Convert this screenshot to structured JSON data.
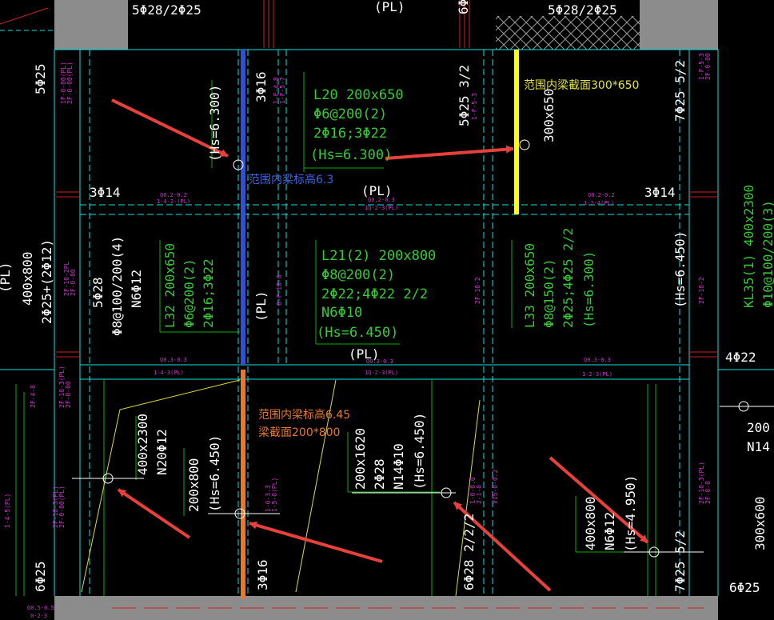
{
  "colors": {
    "background": "#000000",
    "wall_fill": "#8c8c8c",
    "beam_edge": "#00e6e6",
    "dim_line": "#00b300",
    "green_text": "#33cc33",
    "white_text": "#ffffff",
    "magenta_text": "#cc33cc",
    "red_arrow": "#e8413c",
    "blue_beam": "#2f4fd6",
    "yellow_beam": "#ffff00",
    "orange_beam": "#e8792a",
    "blue_note": "#3d64e0",
    "yellow_note": "#e6e633",
    "orange_note": "#e8792a",
    "hatch": "#9a9a9a"
  },
  "top_labels": {
    "left": "5Φ28/2Φ25",
    "center": "(PL)",
    "right": "5Φ28/2Φ25",
    "mid_rot": "6Φ"
  },
  "beam_L20": {
    "name": "L20 200x650",
    "stirrup": "Φ6@200(2)",
    "bars": "2Φ16;3Φ22",
    "hs": "(Hs=6.300)"
  },
  "beam_L21": {
    "name": "L21(2) 200x800",
    "stirrup": "Φ8@200(2)",
    "bars": "2Φ22;4Φ22 2/2",
    "n": "N6Φ10",
    "hs": "(Hs=6.450)"
  },
  "beam_L32": {
    "name": "L32 200x650",
    "stirrup": "Φ6@200(2)",
    "bars": "2Φ16;3Φ22"
  },
  "beam_L33": {
    "name": "L33 200x650",
    "stirrup": "Φ8@150(2)",
    "bars": "2Φ25;4Φ25 2/2",
    "hs": "(Hs=6.300)"
  },
  "beam_KL35": {
    "name": "KL35(1) 400x2300",
    "stirrup": "Φ10@100/200(3)"
  },
  "white_labels": {
    "five_25": "5Φ25",
    "hs6300": "(Hs=6.300)",
    "three16_top": "3Φ16",
    "five25_32": "5Φ25 3/2",
    "sec300": "300x650",
    "seven25_52": "7Φ25 5/2",
    "three14_left": "3Φ14",
    "three14_right": "3Φ14",
    "pl_mid": "(PL)",
    "pl_mid2": "(PL)",
    "pl_low": "(PL)",
    "pl_left": "(PL)",
    "b400x800": "400x800",
    "bars_left": "2Φ25+(2Φ12)",
    "five28": "5Φ28",
    "stir_left": "Φ8@100/200(4)",
    "n6_12": "N6Φ12",
    "hs6450_right": "(Hs=6.450)",
    "four22": "4Φ22",
    "b400x2300": "400x2300",
    "n20_12": "N20Φ12",
    "b200x800": "200x800",
    "hs6450_a": "(Hs=6.450)",
    "b200x1620": "200x1620",
    "two28": "2Φ28",
    "n14_10": "N14Φ10",
    "hs6450_b": "(Hs=6.450)",
    "six28": "6Φ28 2/2/2",
    "b400x800_r": "400x800",
    "n6_12_r": "N6Φ12",
    "hs4950": "(Hs=4.950)",
    "seven25_52_b": "7Φ25 5/2",
    "six25_left": "6Φ25",
    "three16_bot": "3Φ16",
    "six25_right": "6Φ25",
    "b200_r": "200",
    "n14_r": "N14",
    "b300x600": "300x600"
  },
  "annotations": {
    "blue": "范围内梁标高6.3",
    "yellow": "范围内梁截面300*650",
    "orange_line1": "范围内梁标高6.45",
    "orange_line2": "梁截面200*800"
  }
}
